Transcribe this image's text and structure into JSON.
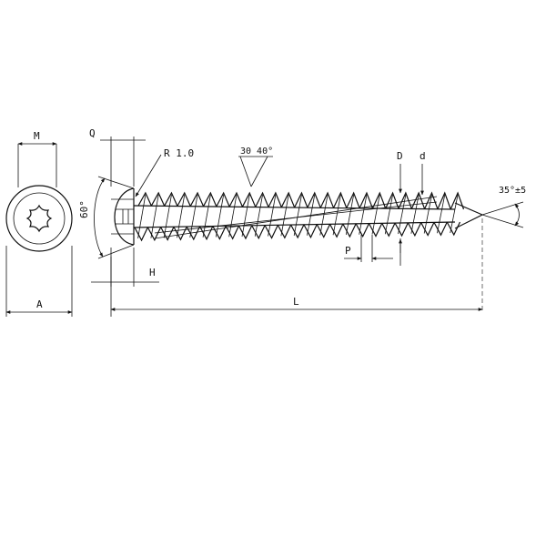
{
  "labels": {
    "m": "M",
    "q": "Q",
    "r": "R 1.0",
    "thread_angle": "30 40°",
    "dia_major": "D",
    "dia_minor": "d",
    "head_angle": "60°",
    "tip_angle": "35°±5",
    "p": "P",
    "h": "H",
    "a": "A",
    "l": "L"
  }
}
